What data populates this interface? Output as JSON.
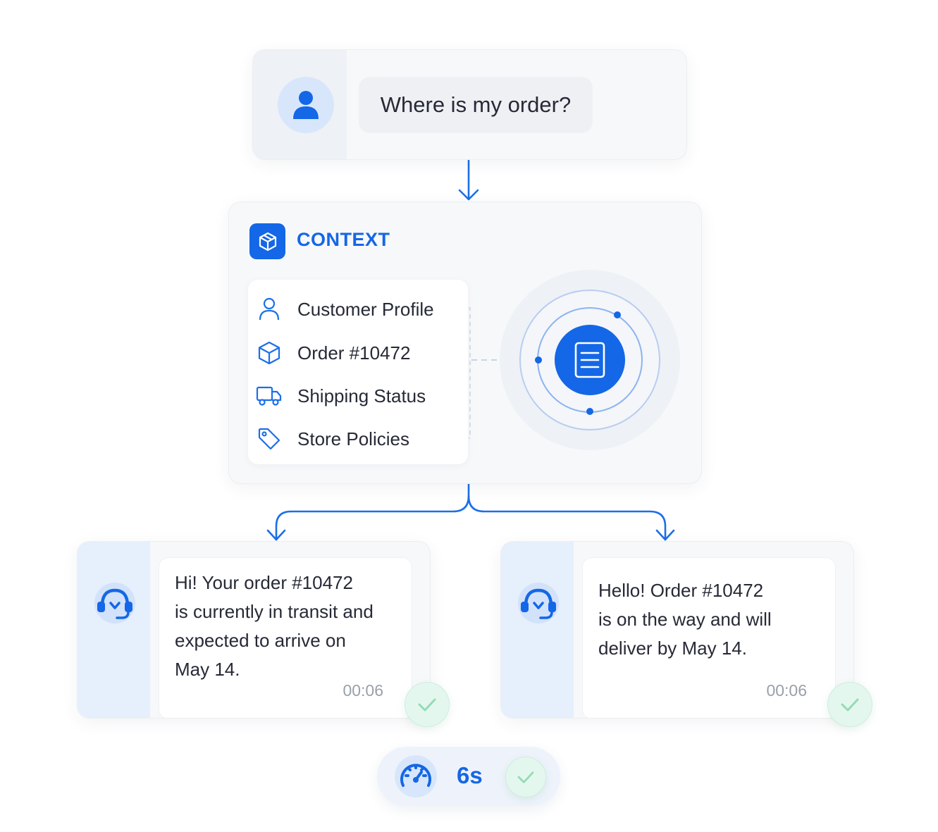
{
  "query": {
    "text": "Where is my order?",
    "icon": "user-icon"
  },
  "context": {
    "title": "CONTEXT",
    "badge_icon": "cube-icon",
    "center_icon": "document-icon",
    "items": [
      {
        "label": "Customer Profile",
        "icon": "user-outline-icon"
      },
      {
        "label": "Order #10472",
        "icon": "box-icon"
      },
      {
        "label": "Shipping Status",
        "icon": "truck-icon"
      },
      {
        "label": "Store Policies",
        "icon": "tag-icon"
      }
    ]
  },
  "replies": [
    {
      "lines": [
        "Hi! Your order #10472",
        "is currently in transit and",
        "expected to arrive on",
        "May 14."
      ],
      "time": "00:06",
      "icon": "headset-icon",
      "status_icon": "check-icon"
    },
    {
      "lines": [
        "Hello! Order #10472",
        "is on the way and will",
        "deliver by May 14."
      ],
      "time": "00:06",
      "icon": "headset-icon",
      "status_icon": "check-icon"
    }
  ],
  "speed": {
    "value": "6s",
    "icon": "speedometer-icon",
    "status_icon": "check-icon"
  },
  "colors": {
    "accent": "#1467e6",
    "success": "#8fd8b2",
    "text": "#262a36",
    "muted": "#9aa0aa"
  }
}
